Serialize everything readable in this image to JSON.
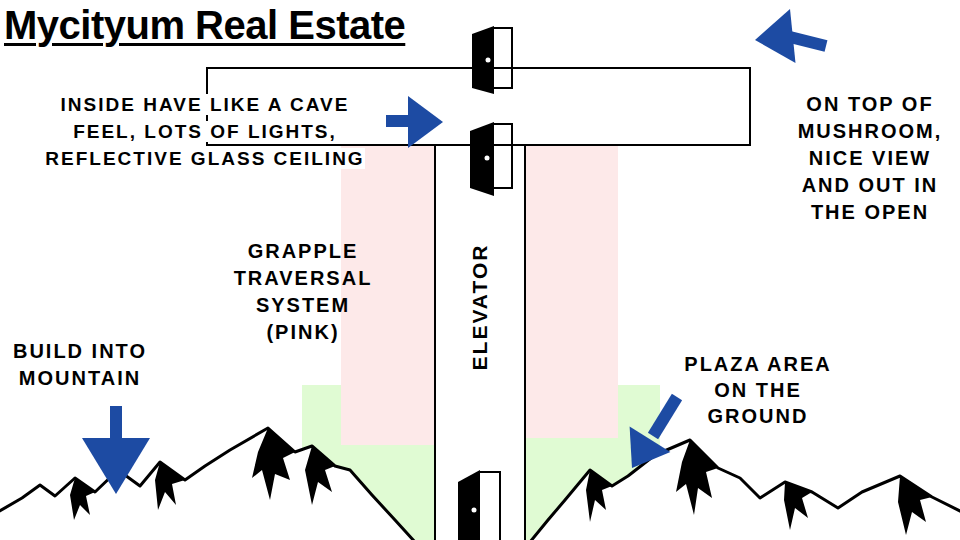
{
  "diagram": {
    "title": "Mycityum Real Estate",
    "nodes": [
      {
        "text": [
          "ELEVATOR"
        ]
      }
    ],
    "labels": [
      "INSIDE HAVE LIKE A CAVE FEEL, LOTS OF LIGHTS, REFLECTIVE GLASS CEILING",
      "ON TOP OF MUSHROOM, NICE VIEW AND OUT IN THE OPEN",
      "GRAPPLE TRAVERSAL SYSTEM (PINK)",
      "BUILD INTO MOUNTAIN",
      "PLAZA AREA ON THE GROUND"
    ]
  }
}
